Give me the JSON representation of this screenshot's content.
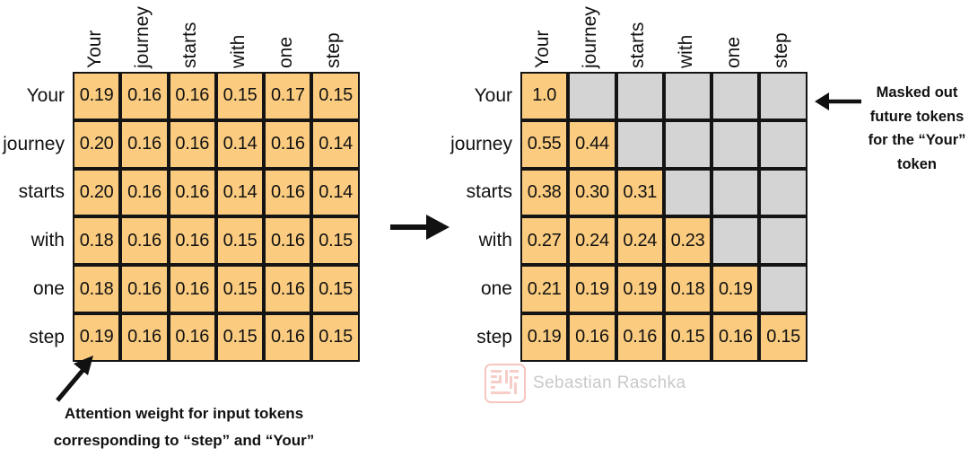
{
  "chart_data": {
    "type": "heatmap",
    "title": "",
    "panels": [
      {
        "name": "attention-weights",
        "columns": [
          "Your",
          "journey",
          "starts",
          "with",
          "one",
          "step"
        ],
        "rows": [
          "Your",
          "journey",
          "starts",
          "with",
          "one",
          "step"
        ],
        "values": [
          [
            "0.19",
            "0.16",
            "0.16",
            "0.15",
            "0.17",
            "0.15"
          ],
          [
            "0.20",
            "0.16",
            "0.16",
            "0.14",
            "0.16",
            "0.14"
          ],
          [
            "0.20",
            "0.16",
            "0.16",
            "0.14",
            "0.16",
            "0.14"
          ],
          [
            "0.18",
            "0.16",
            "0.16",
            "0.15",
            "0.16",
            "0.15"
          ],
          [
            "0.18",
            "0.16",
            "0.16",
            "0.15",
            "0.16",
            "0.15"
          ],
          [
            "0.19",
            "0.16",
            "0.16",
            "0.15",
            "0.16",
            "0.15"
          ]
        ],
        "masked": [
          [
            false,
            false,
            false,
            false,
            false,
            false
          ],
          [
            false,
            false,
            false,
            false,
            false,
            false
          ],
          [
            false,
            false,
            false,
            false,
            false,
            false
          ],
          [
            false,
            false,
            false,
            false,
            false,
            false
          ],
          [
            false,
            false,
            false,
            false,
            false,
            false
          ],
          [
            false,
            false,
            false,
            false,
            false,
            false
          ]
        ]
      },
      {
        "name": "masked-attention-weights",
        "columns": [
          "Your",
          "journey",
          "starts",
          "with",
          "one",
          "step"
        ],
        "rows": [
          "Your",
          "journey",
          "starts",
          "with",
          "one",
          "step"
        ],
        "values": [
          [
            "1.0",
            "",
            "",
            "",
            "",
            ""
          ],
          [
            "0.55",
            "0.44",
            "",
            "",
            "",
            ""
          ],
          [
            "0.38",
            "0.30",
            "0.31",
            "",
            "",
            ""
          ],
          [
            "0.27",
            "0.24",
            "0.24",
            "0.23",
            "",
            ""
          ],
          [
            "0.21",
            "0.19",
            "0.19",
            "0.18",
            "0.19",
            ""
          ],
          [
            "0.19",
            "0.16",
            "0.16",
            "0.15",
            "0.16",
            "0.15"
          ]
        ],
        "masked": [
          [
            false,
            true,
            true,
            true,
            true,
            true
          ],
          [
            false,
            false,
            true,
            true,
            true,
            true
          ],
          [
            false,
            false,
            false,
            true,
            true,
            true
          ],
          [
            false,
            false,
            false,
            false,
            true,
            true
          ],
          [
            false,
            false,
            false,
            false,
            false,
            true
          ],
          [
            false,
            false,
            false,
            false,
            false,
            false
          ]
        ]
      }
    ],
    "colors": {
      "cell_fill": "#fbcc80",
      "masked_fill": "#d4d4d4",
      "cell_border": "#141414",
      "text": "#111111"
    }
  },
  "annotations": {
    "right": {
      "lines": [
        "Masked out",
        "future tokens",
        "for the “Your”",
        "token"
      ]
    },
    "bottom": {
      "lines": [
        "Attention weight for input tokens",
        "corresponding to “step” and “Your”"
      ]
    }
  },
  "watermark": {
    "text": "Sebastian Raschka"
  }
}
